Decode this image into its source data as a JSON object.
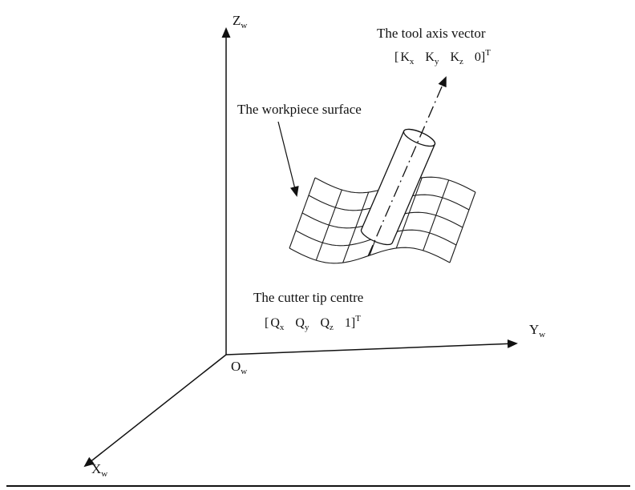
{
  "figure": {
    "axes": {
      "z": {
        "base": "Z",
        "sub": "w"
      },
      "y": {
        "base": "Y",
        "sub": "w"
      },
      "x": {
        "base": "X",
        "sub": "w"
      },
      "origin": {
        "base": "O",
        "sub": "w"
      }
    },
    "tool": {
      "label": "The tool axis vector",
      "formula": {
        "open": "[",
        "t0b": "K",
        "t0s": "x",
        "t1b": "K",
        "t1s": "y",
        "t2b": "K",
        "t2s": "z",
        "t3b": "0",
        "close": "]",
        "sup": "T"
      }
    },
    "surface": {
      "label": "The workpiece surface"
    },
    "cutter": {
      "label": "The cutter tip centre",
      "formula": {
        "open": "[",
        "t0b": "Q",
        "t0s": "x",
        "t1b": "Q",
        "t1s": "y",
        "t2b": "Q",
        "t2s": "z",
        "t3b": "1",
        "close": "]",
        "sup": "T"
      }
    }
  }
}
